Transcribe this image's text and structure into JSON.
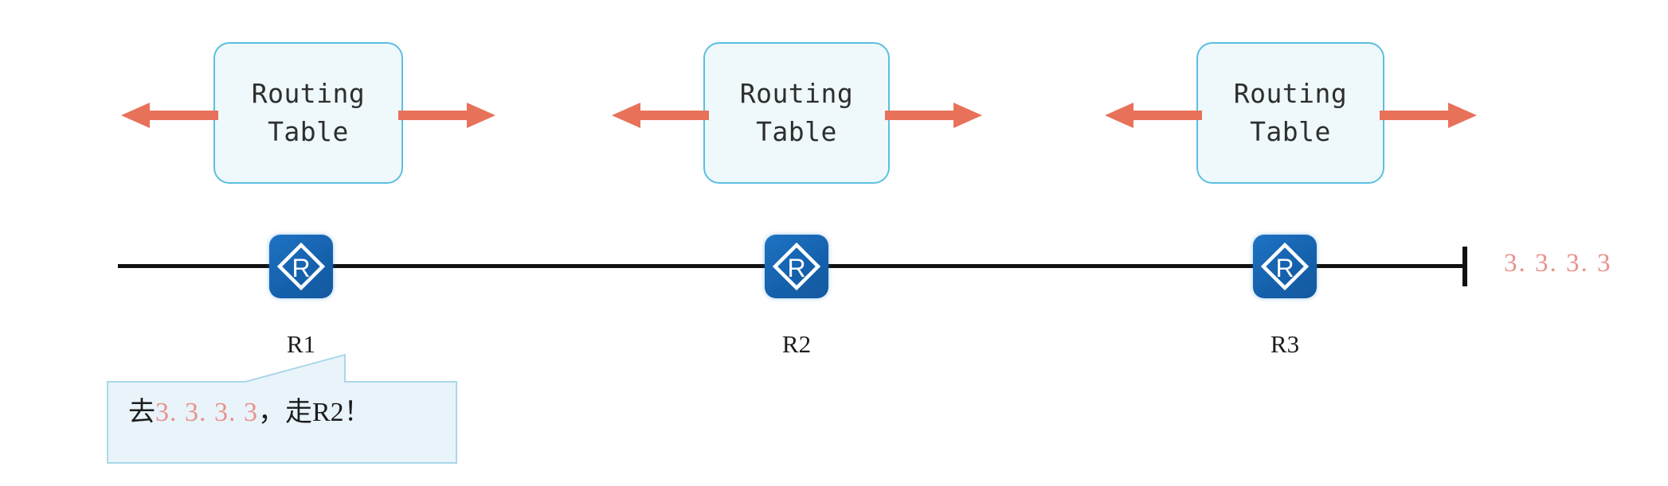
{
  "diagram": {
    "title": "Routing Table Hop-by-Hop Forwarding",
    "colors": {
      "box_fill": "#eff9fc",
      "box_border": "#5bbfe0",
      "arrow": "#e8715a",
      "router_blue": "#1565b8",
      "line_black": "#111111",
      "ip_salmon": "#e8928c",
      "callout_fill": "#e9f4fa",
      "callout_border": "#a9d6e8"
    },
    "routing_tables": [
      {
        "label": "Routing\nTable",
        "left_arrow": "arrow-left",
        "right_arrow": "arrow-right"
      },
      {
        "label": "Routing\nTable",
        "left_arrow": "arrow-left",
        "right_arrow": "arrow-right"
      },
      {
        "label": "Routing\nTable",
        "left_arrow": "arrow-left",
        "right_arrow": "arrow-right"
      }
    ],
    "routers": [
      {
        "name": "R1",
        "icon": "router-icon"
      },
      {
        "name": "R2",
        "icon": "router-icon"
      },
      {
        "name": "R3",
        "icon": "router-icon"
      }
    ],
    "destination": {
      "ip": "3. 3. 3. 3"
    },
    "callout": {
      "prefix": "去",
      "ip": "3. 3. 3. 3",
      "suffix": "，走R2！"
    }
  }
}
